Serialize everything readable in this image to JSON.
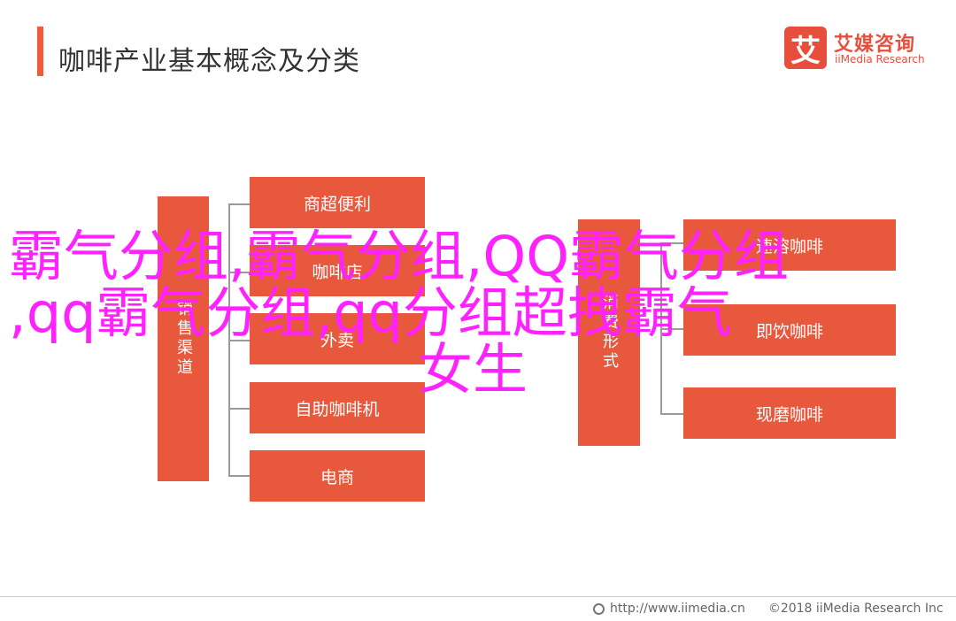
{
  "title": "咖啡产业基本概念及分类",
  "logo": {
    "mark": "艾",
    "cn": "艾媒咨询",
    "en": "iiMedia Research"
  },
  "diagram": {
    "left_group": {
      "label": "销售渠道",
      "items": [
        "商超便利",
        "咖啡店",
        "外卖",
        "自助咖啡机",
        "电商"
      ]
    },
    "right_group": {
      "label": "消费形式",
      "items": [
        "速溶咖啡",
        "即饮咖啡",
        "现磨咖啡"
      ]
    }
  },
  "overlay_text": {
    "line1": "霸气分组,霸气分组,QQ霸气分组",
    "line2": ",qq霸气分组,qq分组超拽霸气",
    "line3": "女生"
  },
  "footer": {
    "url": "http://www.iimedia.cn",
    "copyright": "©2018  iiMedia Research  Inc"
  },
  "colors": {
    "accent": "#e8583d",
    "overlay": "#ff22ff"
  }
}
